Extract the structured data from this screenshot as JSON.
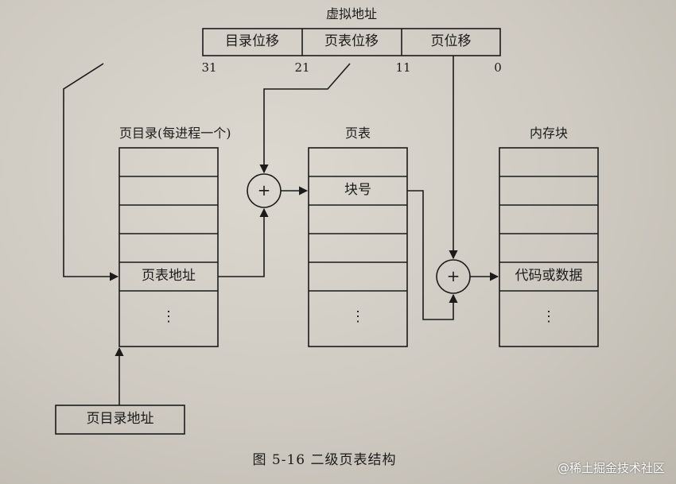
{
  "virtual_address": {
    "title": "虚拟地址",
    "fields": [
      "目录位移",
      "页表位移",
      "页位移"
    ],
    "bit_labels": [
      "31",
      "21",
      "11",
      "0"
    ]
  },
  "page_directory": {
    "title": "页目录(每进程一个)",
    "entry_label": "页表地址",
    "more": "⋮"
  },
  "page_table": {
    "title": "页表",
    "entry_label": "块号",
    "more": "⋮"
  },
  "memory_block": {
    "title": "内存块",
    "entry_label": "代码或数据",
    "more": "⋮"
  },
  "adder_symbol": "+",
  "base_register": {
    "label": "页目录地址"
  },
  "caption": "图 5-16    二级页表结构",
  "watermark": "@稀土掘金技术社区"
}
